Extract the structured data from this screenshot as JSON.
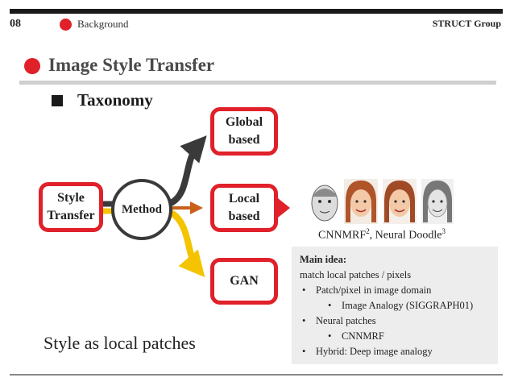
{
  "header": {
    "page_number": "08",
    "section": "Background",
    "group": "STRUCT Group"
  },
  "title": "Image Style Transfer",
  "subtitle": "Taxonomy",
  "diagram": {
    "source": "Style Transfer",
    "method": "Method",
    "branches": [
      "Global based",
      "Local based",
      "GAN"
    ],
    "arrow_colors": {
      "global": "#3a3a3a",
      "local": "#c9601a",
      "gan": "#f5c400",
      "source_link": "#f5c400"
    }
  },
  "examples_caption": {
    "text1": "CNNMRF",
    "sup1": "2",
    "text2": ", Neural Doodle",
    "sup2": "3"
  },
  "panel": {
    "heading": "Main idea:",
    "line": "match local patches / pixels",
    "items": [
      {
        "level": 1,
        "text": "Patch/pixel in image domain"
      },
      {
        "level": 2,
        "text": "Image Analogy (SIGGRAPH01)"
      },
      {
        "level": 1,
        "text": "Neural patches"
      },
      {
        "level": 2,
        "text": "CNNMRF"
      },
      {
        "level": 1,
        "text": "Hybrid: Deep image analogy"
      }
    ]
  },
  "bottom_note": "Style as local patches",
  "colors": {
    "accent": "#e0212a",
    "panel_bg": "#ededed"
  }
}
